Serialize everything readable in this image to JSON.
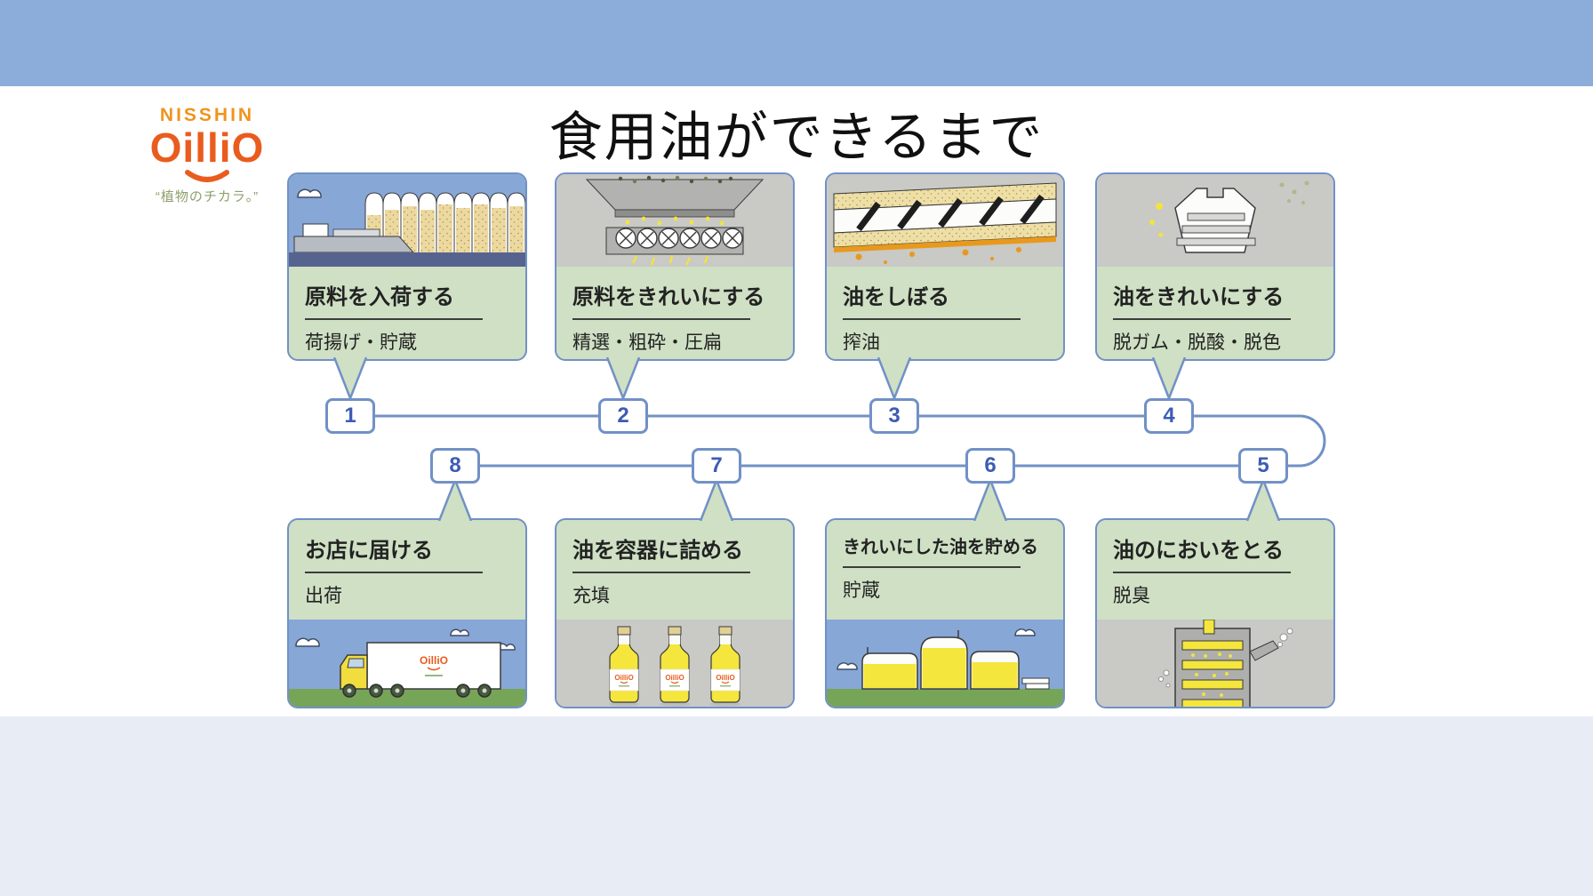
{
  "brand": {
    "name_top": "NISSHIN",
    "name_main": "OilliO",
    "tagline": "“植物のチカラ。”"
  },
  "title": "食用油ができるまで",
  "steps": [
    {
      "num": "1",
      "title": "原料を入荷する",
      "subtitle": "荷揚げ・貯蔵"
    },
    {
      "num": "2",
      "title": "原料をきれいにする",
      "subtitle": "精選・粗砕・圧扁"
    },
    {
      "num": "3",
      "title": "油をしぼる",
      "subtitle": "搾油"
    },
    {
      "num": "4",
      "title": "油をきれいにする",
      "subtitle": "脱ガム・脱酸・脱色"
    },
    {
      "num": "5",
      "title": "油のにおいをとる",
      "subtitle": "脱臭"
    },
    {
      "num": "6",
      "title": "きれいにした油を貯める",
      "subtitle": "貯蔵"
    },
    {
      "num": "7",
      "title": "油を容器に詰める",
      "subtitle": "充填"
    },
    {
      "num": "8",
      "title": "お店に届ける",
      "subtitle": "出荷"
    }
  ],
  "marks": {
    "truck_logo": "OilliO",
    "bottle_logo": "OilliO"
  },
  "colors": {
    "header_blue": "#8cacd9",
    "footer_blue": "#e8ecf4",
    "card_green": "#cfe0c4",
    "card_border_blue": "#7191c6",
    "number_blue": "#3c5cb4",
    "logo_orange": "#e95c1e",
    "oil_yellow": "#f4e63c",
    "ground_green": "#76a558"
  }
}
